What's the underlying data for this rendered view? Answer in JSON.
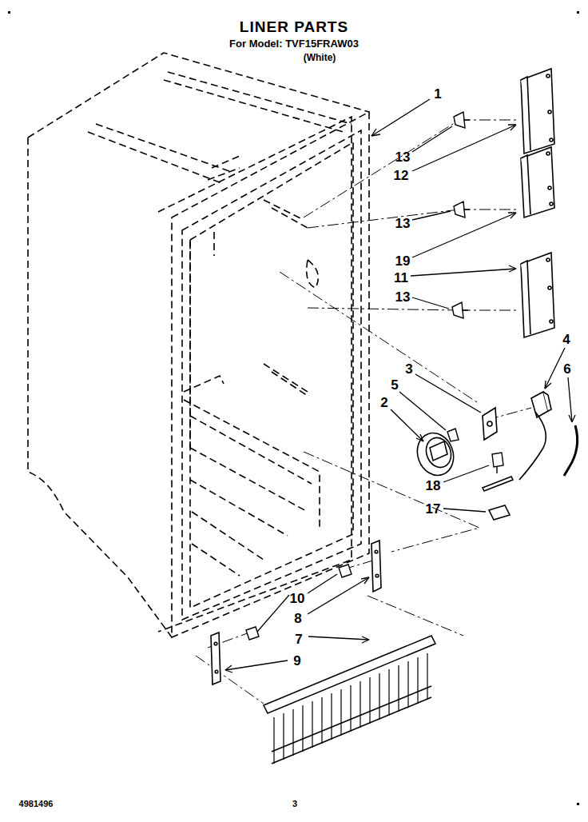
{
  "diagram": {
    "title": "LINER PARTS",
    "labels": [
      "For Model: TVF15FRAW03",
      "(White)",
      "1",
      "13",
      "12",
      "13",
      "19",
      "11",
      "13",
      "4",
      "3",
      "6",
      "5",
      "2",
      "18",
      "17",
      "10",
      "8",
      "7",
      "9",
      "4981496",
      "3"
    ]
  }
}
